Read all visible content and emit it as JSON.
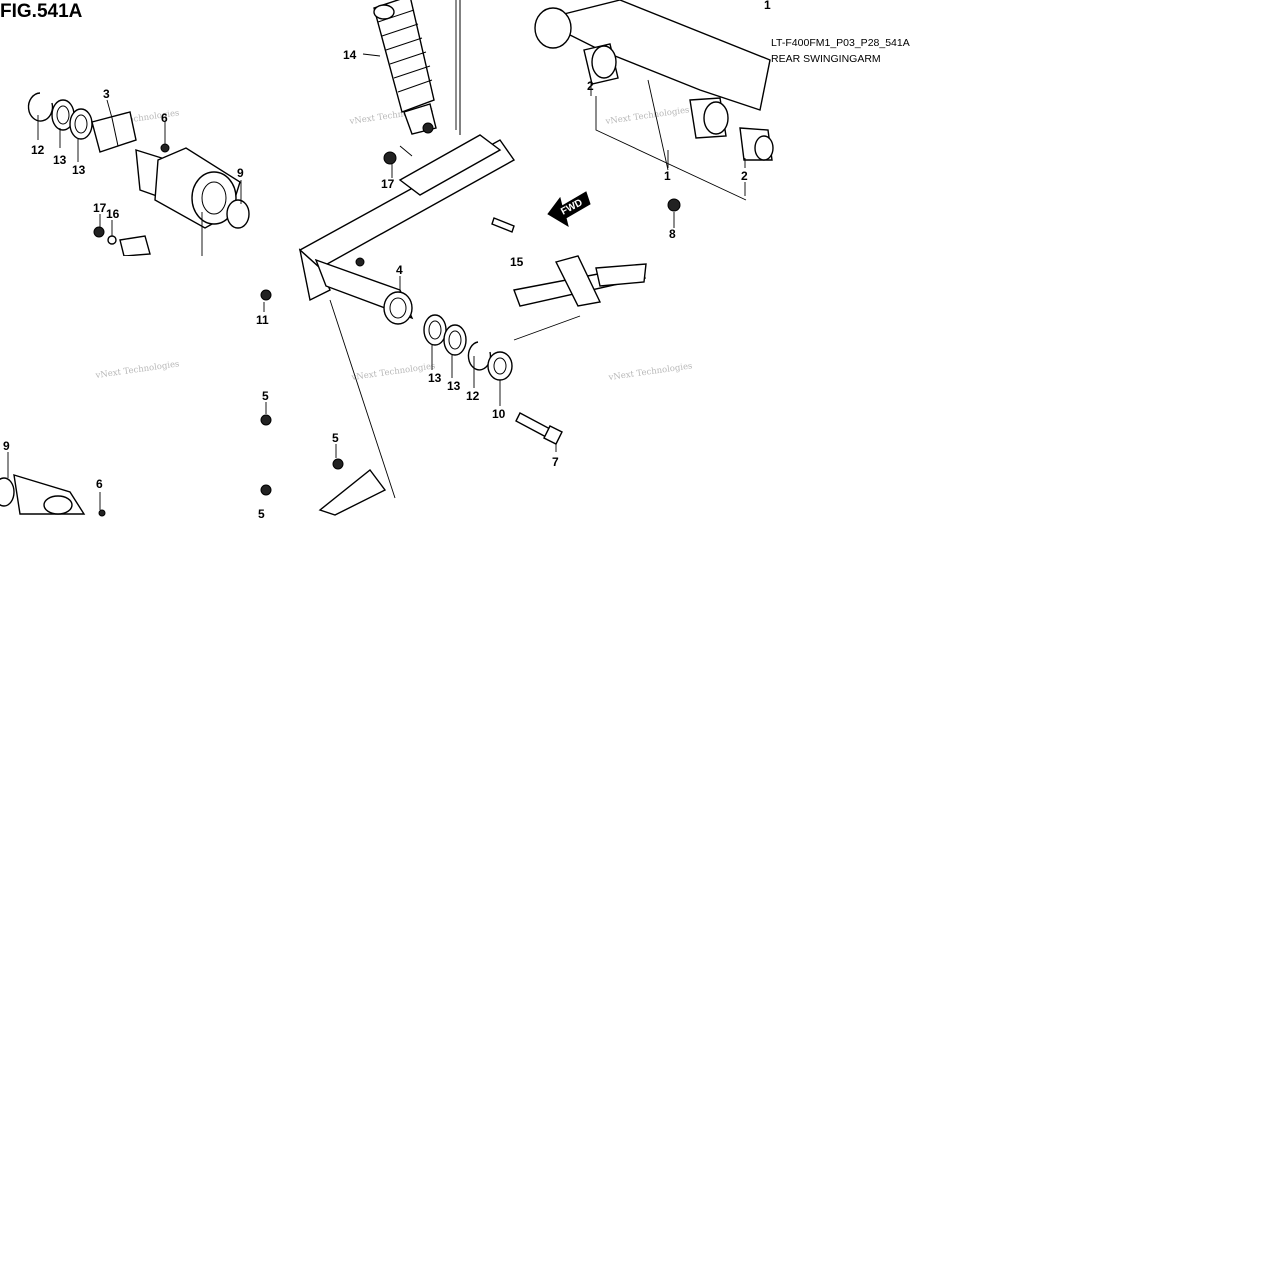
{
  "figure": {
    "title": "FIG.541A",
    "drawing_code": "LT-F400FM1_P03_P28_541A",
    "subtitle": "REAR SWINGINGARM"
  },
  "watermark": {
    "text": "vNext Technologies"
  },
  "direction_arrow": {
    "label": "FWD"
  },
  "callouts": [
    {
      "id": "c1a",
      "label": "1"
    },
    {
      "id": "c1b",
      "label": "1"
    },
    {
      "id": "c2a",
      "label": "2"
    },
    {
      "id": "c2b",
      "label": "2"
    },
    {
      "id": "c3",
      "label": "3"
    },
    {
      "id": "c4",
      "label": "4"
    },
    {
      "id": "c5a",
      "label": "5"
    },
    {
      "id": "c5b",
      "label": "5"
    },
    {
      "id": "c5c",
      "label": "5"
    },
    {
      "id": "c6a",
      "label": "6"
    },
    {
      "id": "c6b",
      "label": "6"
    },
    {
      "id": "c7",
      "label": "7"
    },
    {
      "id": "c8",
      "label": "8"
    },
    {
      "id": "c9a",
      "label": "9"
    },
    {
      "id": "c9b",
      "label": "9"
    },
    {
      "id": "c10",
      "label": "10"
    },
    {
      "id": "c11",
      "label": "11"
    },
    {
      "id": "c12a",
      "label": "12"
    },
    {
      "id": "c12b",
      "label": "12"
    },
    {
      "id": "c13a",
      "label": "13"
    },
    {
      "id": "c13b",
      "label": "13"
    },
    {
      "id": "c13c",
      "label": "13"
    },
    {
      "id": "c13d",
      "label": "13"
    },
    {
      "id": "c14",
      "label": "14"
    },
    {
      "id": "c15",
      "label": "15"
    },
    {
      "id": "c16",
      "label": "16"
    },
    {
      "id": "c17a",
      "label": "17"
    },
    {
      "id": "c17b",
      "label": "17"
    }
  ]
}
